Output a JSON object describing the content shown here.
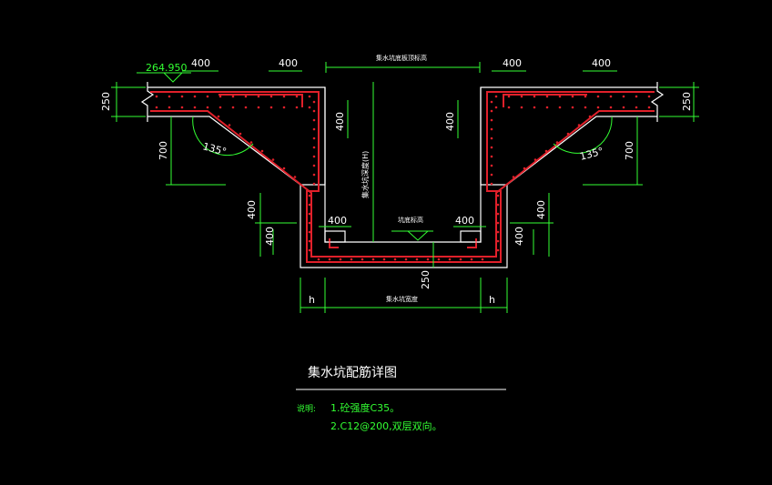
{
  "drawing": {
    "title": "集水坑配筋详图",
    "notes": {
      "label": "说明:",
      "line1": "1.砼强度C35。",
      "line2": "2.C12@200,双层双向。"
    },
    "dims": {
      "elevation": "264.950",
      "slab": "250",
      "bottom": "250",
      "top_left_a": "400",
      "top_left_b": "400",
      "top_right_a": "400",
      "top_right_b": "400",
      "wall_left": "400",
      "wall_right": "400",
      "corner_left_1": "400",
      "corner_left_2": "400",
      "corner_right_1": "400",
      "corner_right_2": "400",
      "inner_left": "400",
      "inner_right": "400",
      "haunch_left": "700",
      "haunch_right": "700",
      "angle_left": "135°",
      "angle_right": "135°",
      "h_left": "h",
      "h_right": "h",
      "depth": "集水坑深度(H)",
      "top_width": "集水坑底板顶标高",
      "pit_width": "集水坑宽度",
      "bottom_level": "坑底标高"
    }
  },
  "colors": {
    "background": "#000000",
    "dimension": "#33ff33",
    "concrete_outline": "#ffffff",
    "rebar": "#e0202a"
  }
}
